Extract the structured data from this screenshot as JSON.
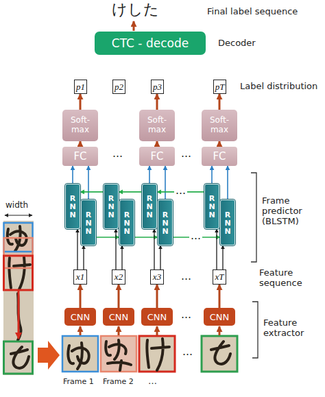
{
  "diagram": {
    "nodes": [
      {
        "text": [
          "CTC - decode"
        ]
      },
      {
        "text": [
          "p1"
        ]
      },
      {
        "text": [
          "p2"
        ]
      },
      {
        "text": [
          "p3"
        ]
      },
      {
        "text": [
          "pT"
        ]
      },
      {
        "text": [
          "Soft- max"
        ]
      },
      {
        "text": [
          "Soft- max"
        ]
      },
      {
        "text": [
          "Soft- max"
        ]
      },
      {
        "text": [
          "FC"
        ]
      },
      {
        "text": [
          "FC"
        ]
      },
      {
        "text": [
          "FC"
        ]
      },
      {
        "text": [
          "RNN"
        ]
      },
      {
        "text": [
          "RNN"
        ]
      },
      {
        "text": [
          "RNN"
        ]
      },
      {
        "text": [
          "RNN"
        ]
      },
      {
        "text": [
          "RNN"
        ]
      },
      {
        "text": [
          "RNN"
        ]
      },
      {
        "text": [
          "RNN"
        ]
      },
      {
        "text": [
          "RNN"
        ]
      },
      {
        "text": [
          "x1"
        ]
      },
      {
        "text": [
          "x2"
        ]
      },
      {
        "text": [
          "x3"
        ]
      },
      {
        "text": [
          "xT"
        ]
      },
      {
        "text": [
          "CNN"
        ]
      },
      {
        "text": [
          "CNN"
        ]
      },
      {
        "text": [
          "CNN"
        ]
      },
      {
        "text": [
          "CNN"
        ]
      }
    ],
    "edges": [
      {
        "from": 8,
        "to": 5,
        "arrow": "to"
      },
      {
        "from": 9,
        "to": 6,
        "arrow": "to"
      },
      {
        "from": 10,
        "to": 7,
        "arrow": "to"
      },
      {
        "from": 5,
        "to": 1,
        "arrow": "to"
      },
      {
        "from": 6,
        "to": 3,
        "arrow": "to"
      },
      {
        "from": 7,
        "to": 4,
        "arrow": "to"
      },
      {
        "from": 11,
        "to": 8,
        "arrow": "to"
      },
      {
        "from": 15,
        "to": 8,
        "arrow": "to"
      },
      {
        "from": 13,
        "to": 9,
        "arrow": "to"
      },
      {
        "from": 17,
        "to": 9,
        "arrow": "to"
      },
      {
        "from": 14,
        "to": 10,
        "arrow": "to"
      },
      {
        "from": 18,
        "to": 10,
        "arrow": "to"
      },
      {
        "from": 12,
        "to": 11,
        "arrow": "to"
      },
      {
        "from": 13,
        "to": 12,
        "arrow": "to"
      },
      {
        "from": 14,
        "to": 13,
        "arrow": "to"
      },
      {
        "from": 15,
        "to": 16,
        "arrow": "to"
      },
      {
        "from": 16,
        "to": 17,
        "arrow": "to"
      },
      {
        "from": 17,
        "to": 18,
        "arrow": "to"
      },
      {
        "from": 19,
        "to": 11,
        "arrow": "to"
      },
      {
        "from": 19,
        "to": 15,
        "arrow": "to"
      },
      {
        "from": 20,
        "to": 12,
        "arrow": "to"
      },
      {
        "from": 20,
        "to": 16,
        "arrow": "to"
      },
      {
        "from": 21,
        "to": 13,
        "arrow": "to"
      },
      {
        "from": 21,
        "to": 17,
        "arrow": "to"
      },
      {
        "from": 22,
        "to": 14,
        "arrow": "to"
      },
      {
        "from": 22,
        "to": 18,
        "arrow": "to"
      },
      {
        "from": 23,
        "to": 19,
        "arrow": "to"
      },
      {
        "from": 24,
        "to": 20,
        "arrow": "to"
      },
      {
        "from": 25,
        "to": 21,
        "arrow": "to"
      },
      {
        "from": 26,
        "to": 22,
        "arrow": "to"
      }
    ],
    "labels": [
      "けした",
      "Final label sequence",
      "Decoder",
      "Label distribution",
      "…",
      "…",
      "…",
      "…",
      "Frame predictor (BLSTM)",
      "Feature sequence",
      "…",
      "…",
      "Feature extractor",
      "width",
      "…",
      "Frame 1",
      "Frame 2",
      "…"
    ]
  }
}
